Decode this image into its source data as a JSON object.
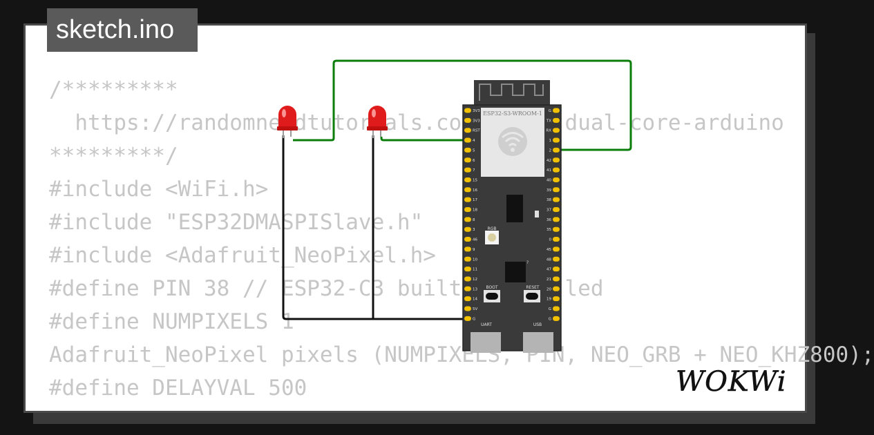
{
  "file_tab": {
    "name": "sketch.ino"
  },
  "code_lines": [
    "/*********",
    "  https://randomnerdtutorials.com/esp32-dual-core-arduino",
    "*********/",
    "#include <WiFi.h>",
    "#include \"ESP32DMASPISlave.h\"",
    "#include <Adafruit_NeoPixel.h>",
    "#define PIN 38 // ESP32-C3 built-in RGB led",
    "#define NUMPIXELS 1",
    "Adafruit_NeoPixel pixels (NUMPIXELS, PIN, NEO_GRB + NEO_KHZ800);",
    "#define DELAYVAL 500"
  ],
  "board": {
    "module_label": "ESP32-S3-WROOM-1",
    "left_pins": [
      "3V3",
      "3V3",
      "RST",
      "4",
      "5",
      "6",
      "7",
      "15",
      "16",
      "17",
      "18",
      "8",
      "3",
      "46",
      "9",
      "10",
      "11",
      "12",
      "13",
      "14",
      "5V",
      "G"
    ],
    "right_pins": [
      "G",
      "TX",
      "RX",
      "1",
      "2",
      "42",
      "41",
      "40",
      "39",
      "38",
      "37",
      "36",
      "35",
      "0",
      "45",
      "48",
      "47",
      "21",
      "20",
      "19",
      "G",
      "G"
    ],
    "rgb_label": "RGB",
    "boot_label": "BOOT",
    "reset_label": "RESET",
    "uart_label": "UART",
    "usb_label": "USB"
  },
  "logo": {
    "text": "WOKWi"
  },
  "colors": {
    "wire_signal": "#0a7d0a",
    "wire_ground": "#111111",
    "led_red": "#e01b1b",
    "board": "#3a3a3a",
    "pin_gold": "#f2c200"
  }
}
